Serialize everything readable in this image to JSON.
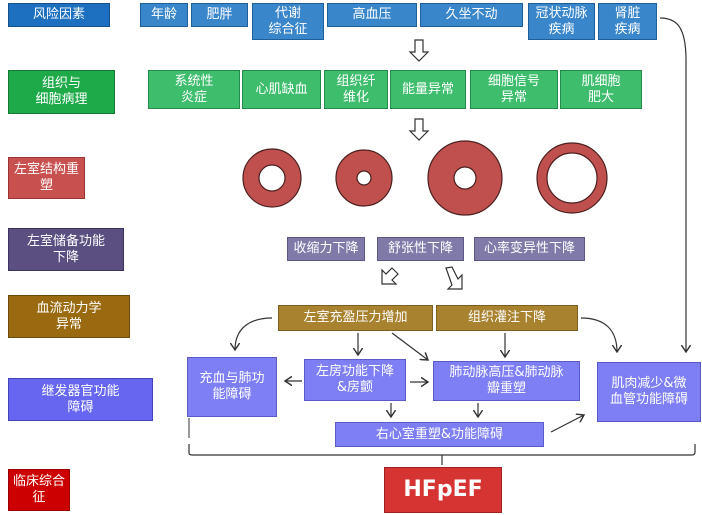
{
  "labels": {
    "risk": "风险因素",
    "cell": "组织与\n细胞病理",
    "lv_remodel": "左室结构重塑",
    "lv_reserve": "左室储备功能\n下降",
    "hemo": "血流动力学\n异常",
    "organ": "继发器官功能\n障碍",
    "clinical": "临床综合征"
  },
  "risk_factors": [
    "年龄",
    "肥胖",
    "代谢\n综合征",
    "高血压",
    "久坐不动",
    "冠状动脉\n疾病",
    "肾脏\n疾病"
  ],
  "cell_pathology": [
    "系统性\n炎症",
    "心肌缺血",
    "组织纤\n维化",
    "能量异常",
    "细胞信号\n异常",
    "肌细胞\n肥大"
  ],
  "reserve": [
    "收缩力下降",
    "舒张性下降",
    "心率变异性下降"
  ],
  "hemodynamic": [
    "左室充盈压力增加",
    "组织灌注下降"
  ],
  "organ": {
    "congestion": "充血与肺功\n能障碍",
    "la": "左房功能下降\n&房颤",
    "ph": "肺动脉高压&肺动脉\n瓣重塑",
    "rv": "右心室重塑&功能障碍",
    "muscle": "肌肉减少&微\n血管功能障碍"
  },
  "outcome": "HFpEF",
  "colors": {
    "risk": "#3a86cb",
    "cell": "#3ebe6c",
    "remodel": "#c0504d",
    "reserve": "#7f7aa8",
    "hemo": "#a9822f",
    "organ": "#7e7ef5",
    "clinical": "#cc0000"
  }
}
